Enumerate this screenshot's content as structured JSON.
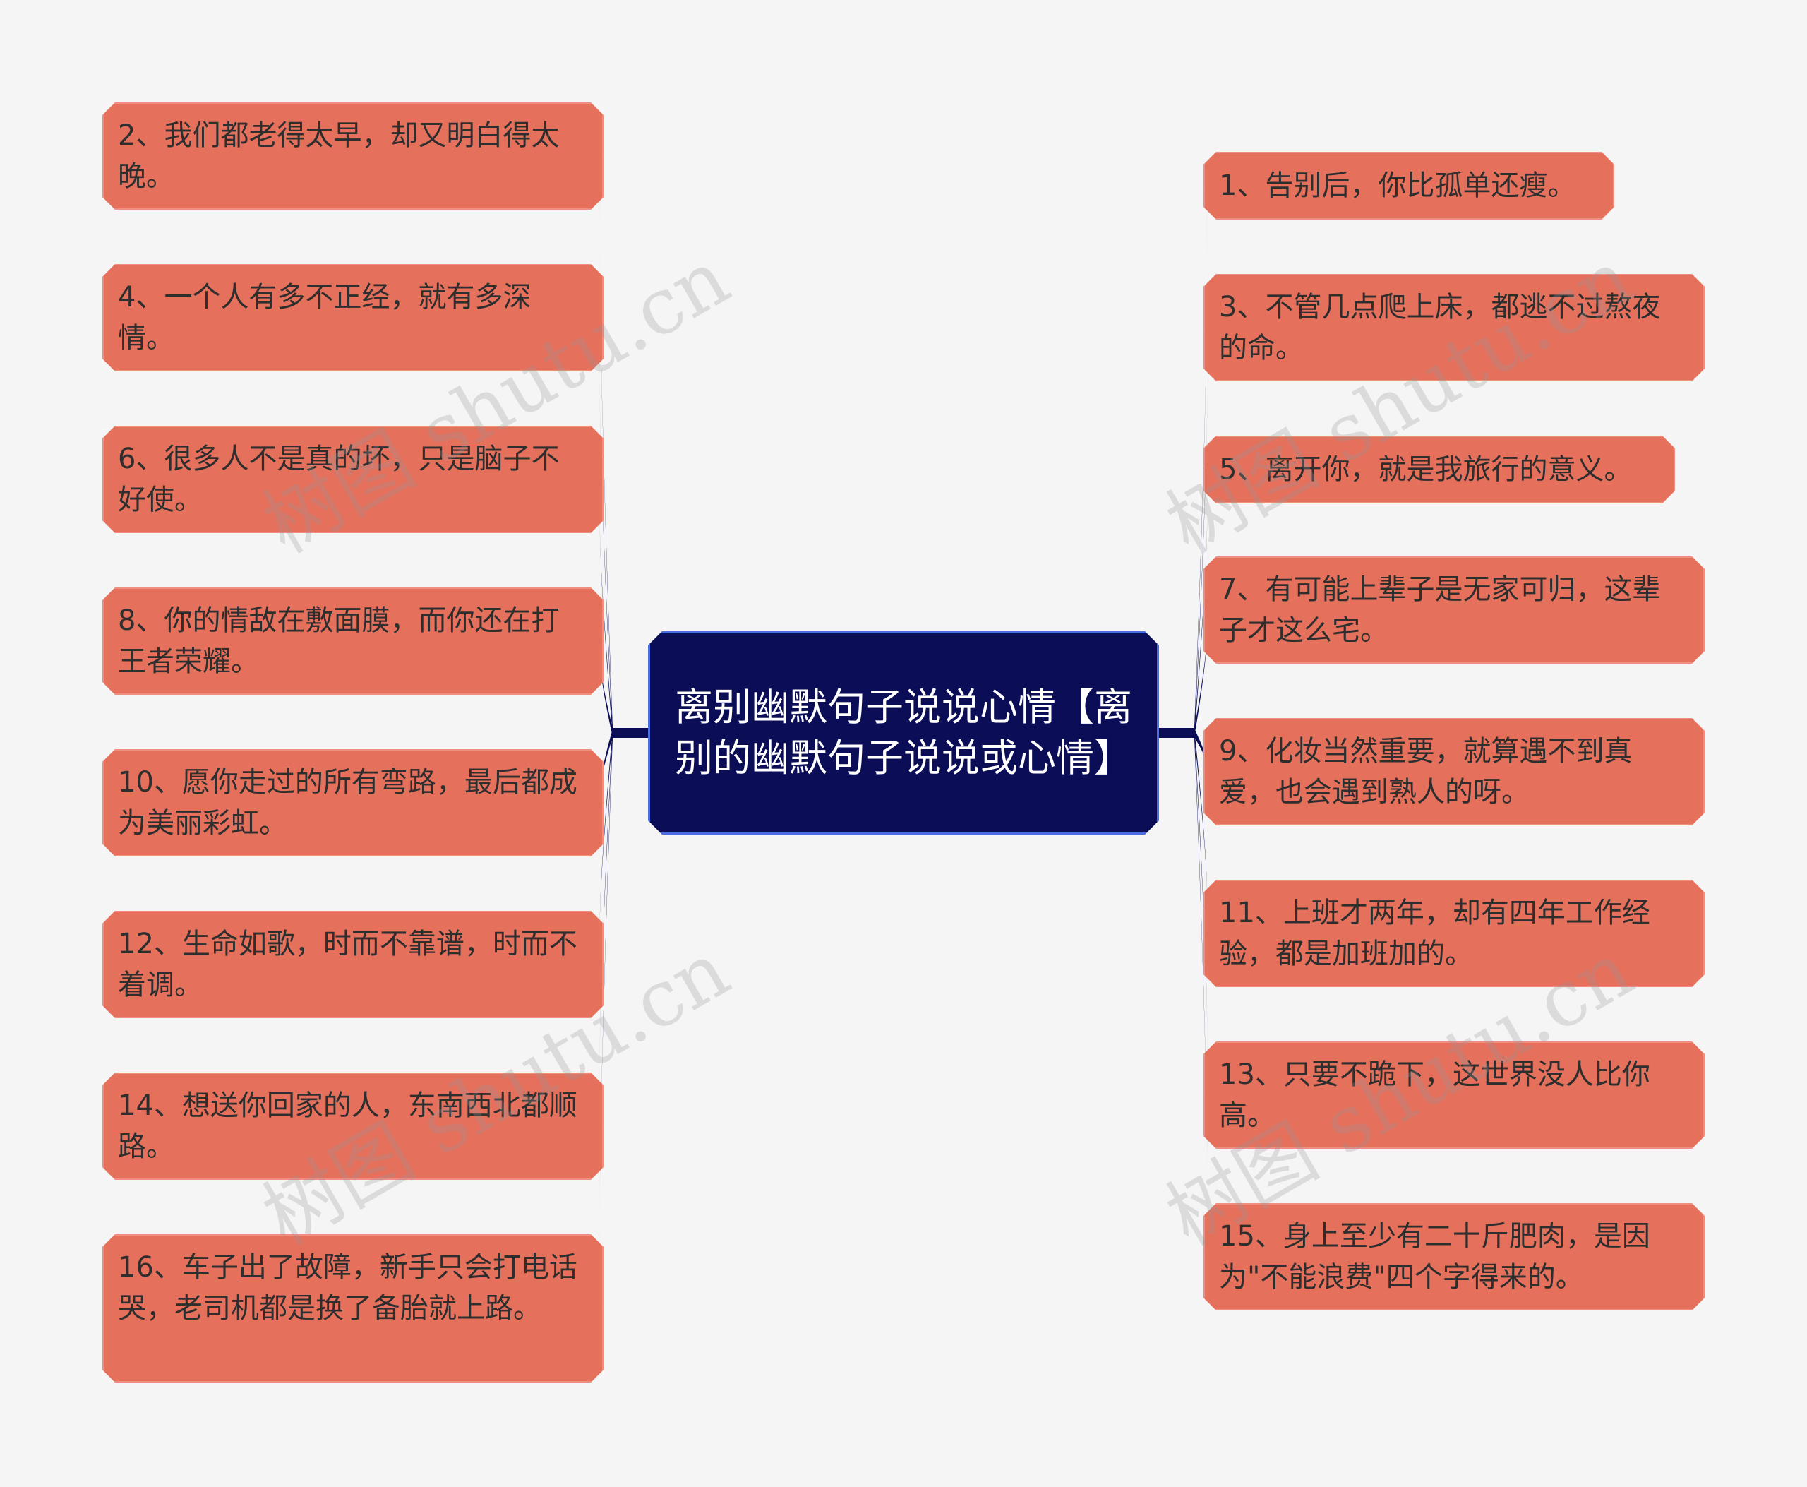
{
  "central_topic": "离别幽默句子说说心情【离别的幽默句子说说或心情】",
  "left_branches": [
    "2、我们都老得太早，却又明白得太晚。",
    "4、一个人有多不正经，就有多深情。",
    "6、很多人不是真的坏，只是脑子不好使。",
    "8、你的情敌在敷面膜，而你还在打王者荣耀。",
    "10、愿你走过的所有弯路，最后都成为美丽彩虹。",
    "12、生命如歌，时而不靠谱，时而不着调。",
    "14、想送你回家的人，东南西北都顺路。",
    "16、车子出了故障，新手只会打电话哭，老司机都是换了备胎就上路。"
  ],
  "right_branches": [
    "1、告别后，你比孤单还瘦。",
    "3、不管几点爬上床，都逃不过熬夜的命。",
    "5、离开你，就是我旅行的意义。",
    "7、有可能上辈子是无家可归，这辈子才这么宅。",
    "9、化妆当然重要，就算遇不到真爱，也会遇到熟人的呀。",
    "11、上班才两年，却有四年工作经验，都是加班加的。",
    "13、只要不跪下，这世界没人比你高。",
    "15、身上至少有二十斤肥肉，是因为\"不能浪费\"四个字得来的。"
  ],
  "watermark": "树图 shutu.cn",
  "colors": {
    "center_fill": "#0b0e56",
    "center_border": "#4b6fe0",
    "node_fill": "#e5705c",
    "connector": "#0b0e56",
    "background": "#f5f5f5"
  }
}
